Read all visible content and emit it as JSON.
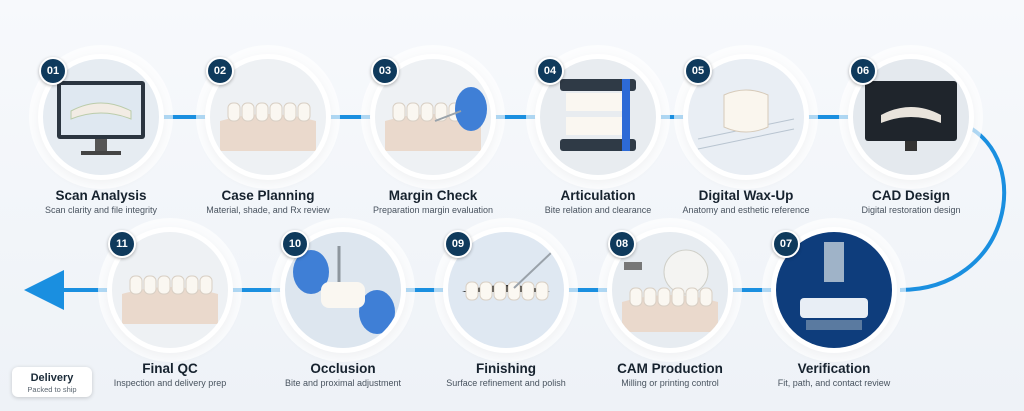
{
  "steps": [
    {
      "number": "01",
      "title": "Scan Analysis",
      "subtitle": "Scan clarity and file integrity",
      "icon": "monitor-scan-icon"
    },
    {
      "number": "02",
      "title": "Case Planning",
      "subtitle": "Material, shade, and Rx review",
      "icon": "dental-model-icon"
    },
    {
      "number": "03",
      "title": "Margin Check",
      "subtitle": "Preparation margin evaluation",
      "icon": "margin-probe-icon"
    },
    {
      "number": "04",
      "title": "Articulation",
      "subtitle": "Bite relation and clearance",
      "icon": "articulator-icon"
    },
    {
      "number": "05",
      "title": "Digital Wax-Up",
      "subtitle": "Anatomy and esthetic reference",
      "icon": "wax-up-crown-icon"
    },
    {
      "number": "06",
      "title": "CAD Design",
      "subtitle": "Digital restoration design",
      "icon": "cad-monitor-icon"
    },
    {
      "number": "07",
      "title": "Verification",
      "subtitle": "Fit, path, and contact review",
      "icon": "milling-verification-icon"
    },
    {
      "number": "08",
      "title": "CAM Production",
      "subtitle": "Milling or printing control",
      "icon": "milling-disc-icon"
    },
    {
      "number": "09",
      "title": "Finishing",
      "subtitle": "Surface refinement and polish",
      "icon": "polishing-tool-icon"
    },
    {
      "number": "10",
      "title": "Occlusion",
      "subtitle": "Bite and proximal adjustment",
      "icon": "occlusion-drill-icon"
    },
    {
      "number": "11",
      "title": "Final QC",
      "subtitle": "Inspection and delivery prep",
      "icon": "final-model-icon"
    }
  ],
  "delivery": {
    "title": "Delivery",
    "subtitle": "Packed to ship",
    "icon": "delivery-card"
  },
  "colors": {
    "connector": "#1a8fe0",
    "badge": "#0f3a5c",
    "title": "#16222e",
    "subtitle": "#48535f"
  }
}
